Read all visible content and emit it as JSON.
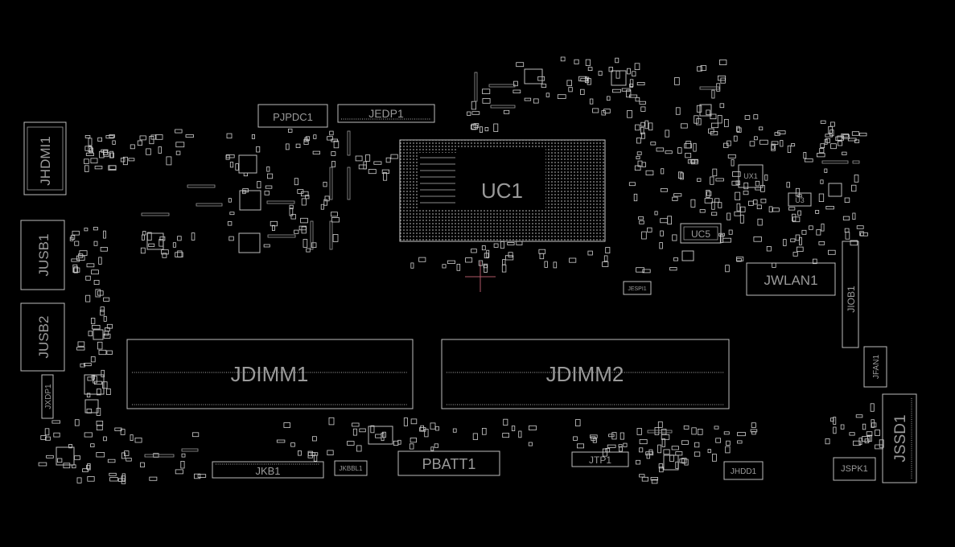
{
  "board": {
    "background": "#000000",
    "outline_color": "#c8c8c8",
    "label_color": "#9a9a9a",
    "marker_color": "#c0506a",
    "components": {
      "jhdmi1": "JHDMI1",
      "jusb1": "JUSB1",
      "jusb2": "JUSB2",
      "jxdp1": "JXDP1",
      "pjpdc1": "PJPDC1",
      "jedp1": "JEDP1",
      "uc1": "UC1",
      "ux1": "UX1",
      "u3": "U3",
      "uc5": "UC5",
      "jwlan1": "JWLAN1",
      "jio": "JIOB1",
      "jfan1": "JFAN1",
      "jssd1": "JSSD1",
      "jspk1": "JSPK1",
      "jhdd1": "JHDD1",
      "jtp1": "JTP1",
      "pbatt1": "PBATT1",
      "jkbbl1": "JKBBL1",
      "jkb1": "JKB1",
      "jdimm1": "JDIMM1",
      "jdimm2": "JDIMM2",
      "jespi1": "JESPI1"
    }
  }
}
